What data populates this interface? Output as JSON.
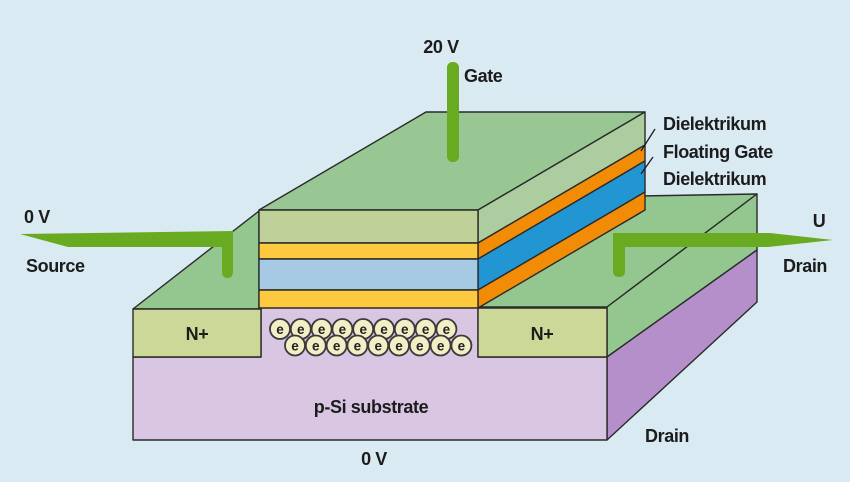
{
  "figure": {
    "gate": {
      "voltage": "20 V",
      "label": "Gate"
    },
    "stack_layers": {
      "dielectric_top": "Dielektrikum",
      "floating_gate": "Floating Gate",
      "dielectric_bottom": "Dielektrikum"
    },
    "source": {
      "voltage": "0 V",
      "label": "Source"
    },
    "drain": {
      "voltage": "U",
      "label": "Drain",
      "bottom_label": "Drain"
    },
    "regions": {
      "n_plus_source": "N+",
      "n_plus_drain": "N+",
      "substrate": "p-Si substrate",
      "substrate_voltage": "0 V"
    },
    "electrons": {
      "symbol": "e",
      "row1_count": 9,
      "row2_count": 9
    }
  },
  "colors": {
    "background": "#d9eaf3",
    "contact_green": "#68ab20",
    "top_surface_green": "#94c78f",
    "stack_top_green": "#99c794",
    "stack_side_green": "#abcda0",
    "gate_front_green": "#bfd199",
    "n_plus_green": "#cbd898",
    "dielectric_front_yellow": "#fdc93f",
    "dielectric_side_orange": "#f28c06",
    "floating_gate_front_blue": "#a7cae4",
    "floating_gate_side_blue": "#2196d3",
    "substrate_front_purple": "#d9c6e2",
    "substrate_side_purple": "#b58fc9",
    "electron_fill": "#f2eec6",
    "text": "#1c1c1c"
  }
}
